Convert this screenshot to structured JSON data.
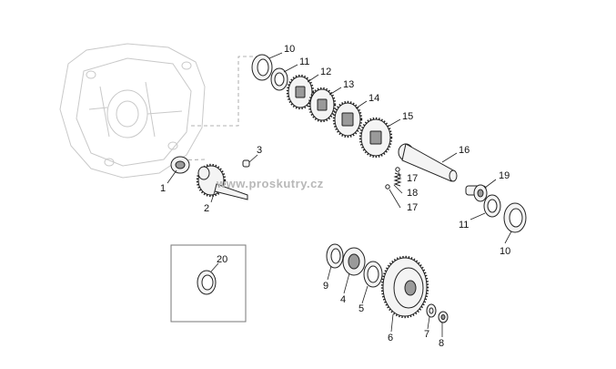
{
  "watermark": "www.proskutry.cz",
  "callouts": {
    "c1": "1",
    "c2": "2",
    "c3": "3",
    "c4": "4",
    "c5": "5",
    "c6": "6",
    "c7": "7",
    "c8": "8",
    "c9": "9",
    "c10a": "10",
    "c10b": "10",
    "c11a": "11",
    "c11b": "11",
    "c12": "12",
    "c13": "13",
    "c14": "14",
    "c15": "15",
    "c16": "16",
    "c17a": "17",
    "c17b": "17",
    "c18": "18",
    "c19": "19",
    "c20": "20"
  }
}
